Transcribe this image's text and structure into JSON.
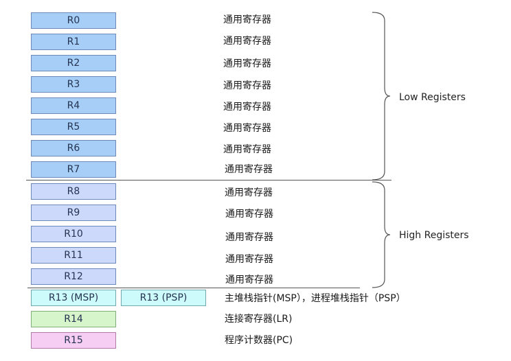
{
  "registers": [
    {
      "name": "R0",
      "desc": "通用寄存器"
    },
    {
      "name": "R1",
      "desc": "通用寄存器"
    },
    {
      "name": "R2",
      "desc": "通用寄存器"
    },
    {
      "name": "R3",
      "desc": "通用寄存器"
    },
    {
      "name": "R4",
      "desc": "通用寄存器"
    },
    {
      "name": "R5",
      "desc": "通用寄存器"
    },
    {
      "name": "R6",
      "desc": "通用寄存器"
    },
    {
      "name": "R7",
      "desc": "通用寄存器"
    },
    {
      "name": "R8",
      "desc": "通用寄存器"
    },
    {
      "name": "R9",
      "desc": "通用寄存器"
    },
    {
      "name": "R10",
      "desc": "通用寄存器"
    },
    {
      "name": "R11",
      "desc": "通用寄存器"
    },
    {
      "name": "R12",
      "desc": "通用寄存器"
    }
  ],
  "r13": {
    "msp": "R13 (MSP)",
    "psp": "R13 (PSP)",
    "desc": "主堆栈指针(MSP），进程堆栈指针（PSP）"
  },
  "r14": {
    "name": "R14",
    "desc": "连接寄存器(LR)"
  },
  "r15": {
    "name": "R15",
    "desc": "程序计数器(PC)"
  },
  "groups": {
    "low": "Low Registers",
    "high": "High Registers"
  },
  "colors": {
    "low": "#a7cef7",
    "high": "#cdd9fb",
    "sp": "#cdfafa",
    "lr": "#d7f5cb",
    "pc": "#f6cdf3"
  }
}
